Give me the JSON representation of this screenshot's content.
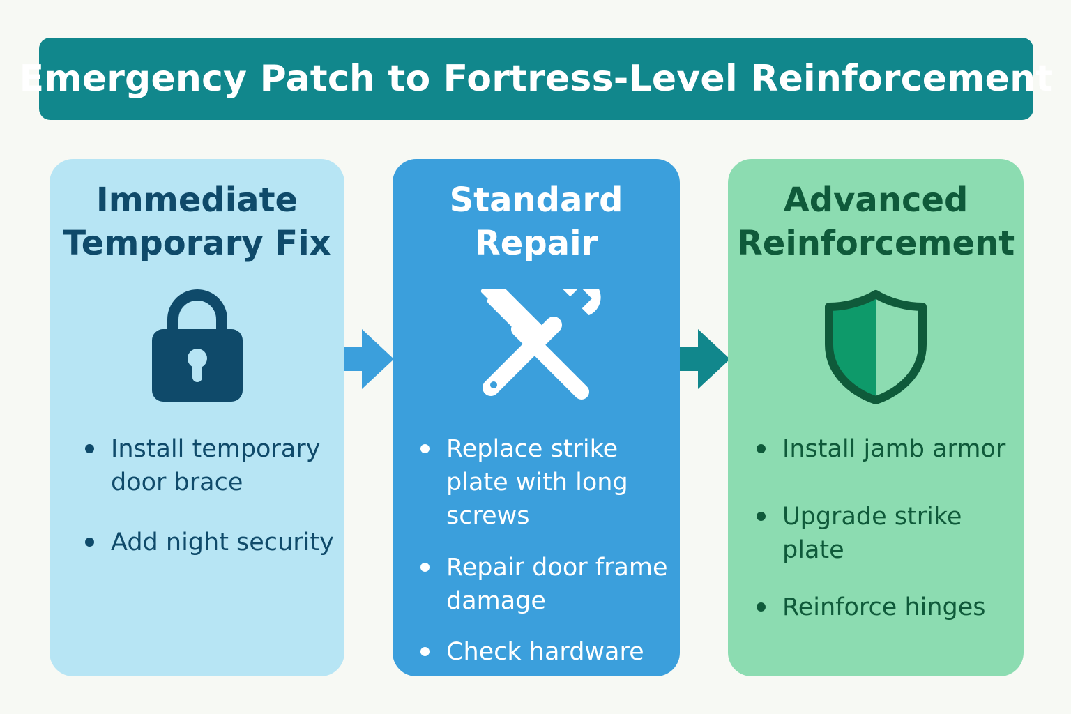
{
  "title": "Emergency Patch to Fortress-Level Reinforcement",
  "stages": [
    {
      "title_lines": [
        "Immediate",
        "Temporary Fix"
      ],
      "icon": "padlock-icon",
      "bullets": [
        [
          "Install temporary",
          "door brace"
        ],
        [
          "Add night security"
        ]
      ]
    },
    {
      "title_lines": [
        "Standard",
        "Repair"
      ],
      "icon": "hammer-wrench-icon",
      "bullets": [
        [
          "Replace strike",
          "plate with long",
          "screws"
        ],
        [
          "Repair door frame",
          "damage"
        ],
        [
          "Check hardware"
        ]
      ]
    },
    {
      "title_lines": [
        "Advanced",
        "Reinforcement"
      ],
      "icon": "shield-icon",
      "bullets": [
        [
          "Install jamb armor"
        ],
        [
          "Upgrade strike",
          "plate"
        ],
        [
          "Reinforce hinges"
        ]
      ]
    }
  ],
  "colors": {
    "title_bar": "#11878c",
    "stage_1": "#b7e5f4",
    "stage_2": "#3b9fdc",
    "stage_3": "#8cdcb1",
    "arrow_1": "#3b9fdc",
    "arrow_2": "#11878c"
  }
}
